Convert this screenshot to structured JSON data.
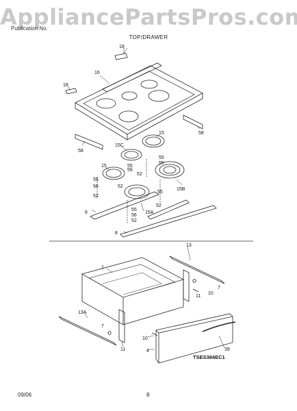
{
  "watermark": "AppliancePartsPros.com",
  "header": {
    "publication": "Publication No.",
    "section_title": "TOP/DRAWER"
  },
  "footer": {
    "date": "09/06",
    "page_number": "8"
  },
  "diagram": {
    "drawing_code": "TSES384EC1",
    "callouts": {
      "c18a": "18",
      "c16": "16",
      "c18b": "18",
      "c58a": "58",
      "c58b": "58",
      "c15a": "15",
      "c15c": "15C",
      "c15b": "15",
      "c55a": "55",
      "c55b": "55",
      "c56a": "56",
      "c52a": "52",
      "c55c": "55",
      "c56b": "56",
      "c52b": "52",
      "c52c": "52",
      "c55d": "55",
      "c55e": "55",
      "c15bb": "15B",
      "c52d": "52",
      "c6": "6",
      "c55f": "55",
      "c56c": "56",
      "c52e": "52",
      "c15aa": "15A",
      "c8": "8",
      "c13a": "13",
      "c1": "1",
      "c7a": "7",
      "c10a": "10",
      "c11a": "11",
      "c13b": "13A",
      "c7b": "7",
      "c10b": "10",
      "c4": "4",
      "c11b": "11",
      "c39": "39"
    }
  }
}
